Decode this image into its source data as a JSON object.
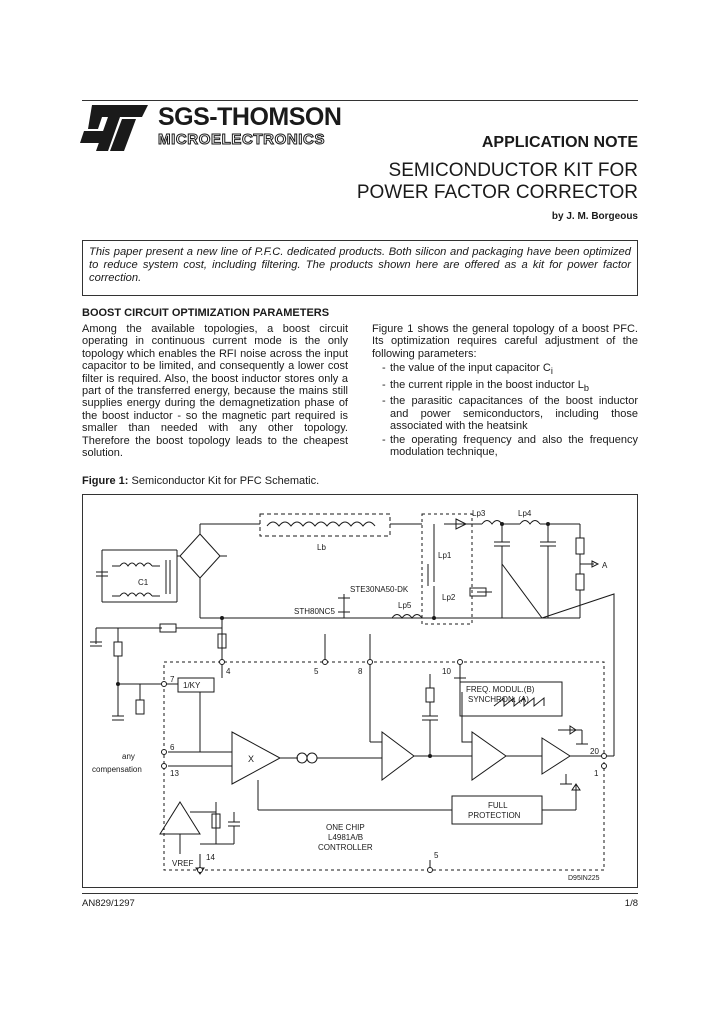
{
  "header": {
    "brand_name": "SGS-THOMSON",
    "brand_sub": "MICROELECTRONICS",
    "doc_type": "APPLICATION NOTE",
    "title_line1": "SEMICONDUCTOR KIT FOR",
    "title_line2": "POWER FACTOR CORRECTOR",
    "author": "by J. M. Borgeous"
  },
  "abstract": "This paper present a new line of P.F.C. dedicated products. Both silicon and packaging have been optimized to reduce system cost, including filtering. The products shown here are offered as a kit for power factor correction.",
  "section": {
    "heading": "BOOST CIRCUIT OPTIMIZATION PARAMETERS",
    "left_text": "Among the available topologies, a boost circuit operating in continuous current mode is the only topology which enables the RFI noise across the input capacitor to be limited, and consequently a lower cost filter is required. Also, the boost inductor stores only a part of the transferred energy, because the mains still supplies energy during the demagnetization phase of the boost inductor - so the magnetic part required is smaller than needed with any other topology. Therefore the boost topology leads to the cheapest solution.",
    "right_intro": "Figure 1 shows the general topology of a boost PFC. Its optimization requires careful adjustment of the following parameters:",
    "bullets": {
      "b1_text": "the value of the input capacitor C",
      "b1_sub": "i",
      "b2_text": "the current ripple in the boost inductor L",
      "b2_sub": "b",
      "b3_text": "the parasitic capacitances of the boost inductor and power semiconductors, including those associated with the heatsink",
      "b4_text": "the operating frequency and also the frequency modulation technique,"
    }
  },
  "figure": {
    "caption_label": "Figure 1:",
    "caption_text": " Semiconductor Kit for PFC Schematic.",
    "labels": {
      "lb": "Lb",
      "c1": "C1",
      "lp1": "Lp1",
      "lp2": "Lp2",
      "lp3": "Lp3",
      "lp4": "Lp4",
      "lp5": "Lp5",
      "ste": "STE30NA50-DK",
      "sth": "STH80NC5",
      "out_a": "A",
      "one_ky": "1/KY",
      "freq1": "FREQ. MODUL.(B)",
      "freq2": "SYNCHRON. (A)",
      "mult": "X",
      "any": "any",
      "comp": "compensation",
      "full1": "FULL",
      "full2": "PROTECTION",
      "chip1": "ONE CHIP",
      "chip2": "L4981A/B",
      "chip3": "CONTROLLER",
      "vref": "VREF",
      "ref_code": "D95IN225",
      "pins": {
        "p1": "1",
        "p4": "4",
        "p5": "5",
        "p6": "6",
        "p7": "7",
        "p8": "8",
        "p10": "10",
        "p13": "13",
        "p14": "14",
        "p20": "20"
      }
    }
  },
  "footer": {
    "left": "AN829/1297",
    "right": "1/8"
  }
}
